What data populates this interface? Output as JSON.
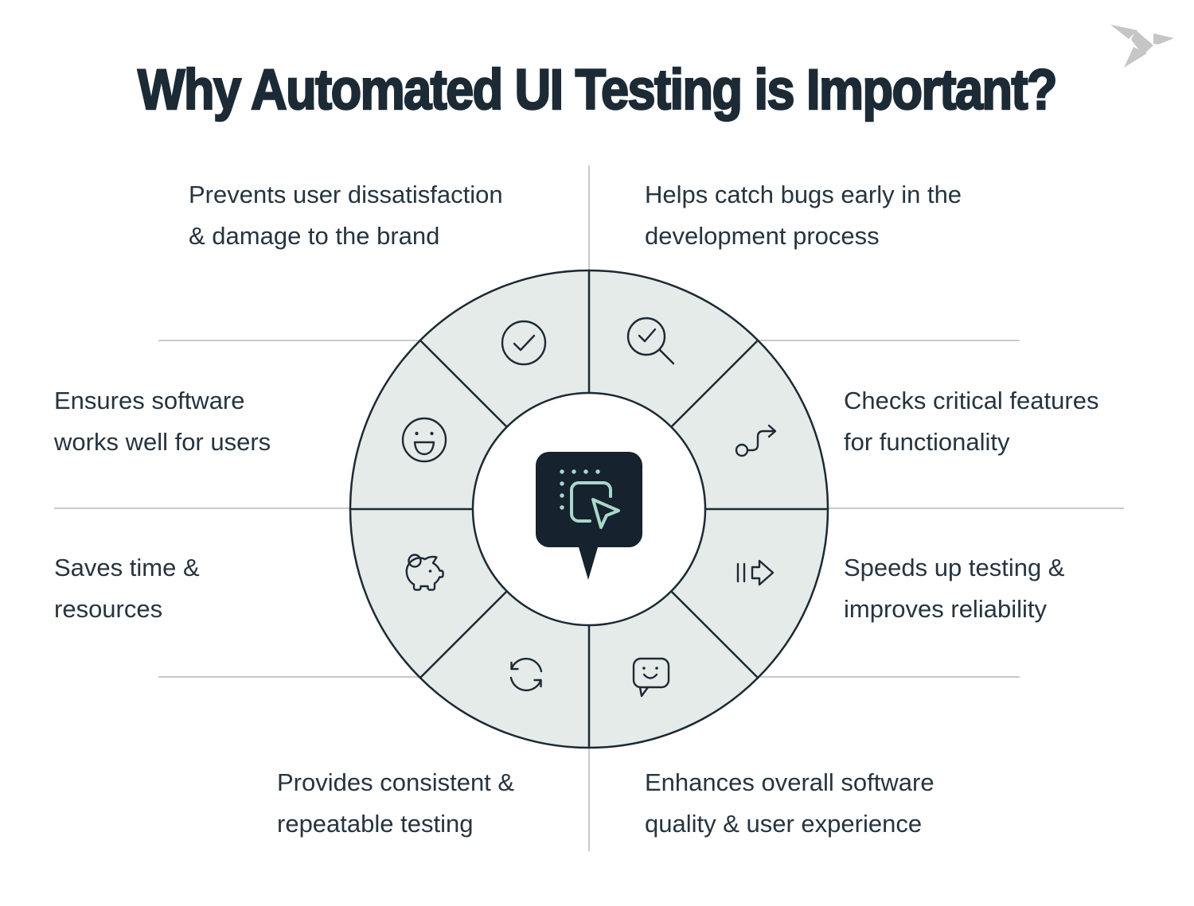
{
  "title": "Why Automated UI Testing is Important?",
  "logo": {
    "icon": "origami-bird"
  },
  "colors": {
    "title": "#1c2a35",
    "text": "#26343f",
    "ink": "#1d2a35",
    "ring": "#e4ebe8",
    "bubble": "#16222d",
    "mint": "#a9d8cd",
    "line": "#c9cbca",
    "logo": "#c6c6c6"
  },
  "center": {
    "icon": "cursor-click-bubble"
  },
  "benefits": {
    "top_left": {
      "icon": "check-circle",
      "lines": [
        "Prevents user dissatisfaction",
        "& damage to the brand"
      ]
    },
    "top_right": {
      "icon": "search-check",
      "lines": [
        "Helps catch bugs early in the",
        "development process"
      ]
    },
    "left_upper": {
      "icon": "smiley-face",
      "lines": [
        "Ensures software",
        "works well for users"
      ]
    },
    "right_upper": {
      "icon": "route-arrow",
      "lines": [
        "Checks critical features",
        "for functionality"
      ]
    },
    "left_lower": {
      "icon": "piggy-bank",
      "lines": [
        "Saves time &",
        "resources"
      ]
    },
    "right_lower": {
      "icon": "fast-forward",
      "lines": [
        "Speeds up testing &",
        "improves reliability"
      ]
    },
    "bottom_left": {
      "icon": "refresh-arrows",
      "lines": [
        "Provides consistent &",
        "repeatable testing"
      ]
    },
    "bottom_right": {
      "icon": "message-smile",
      "lines": [
        "Enhances overall software",
        "quality & user experience"
      ]
    }
  }
}
